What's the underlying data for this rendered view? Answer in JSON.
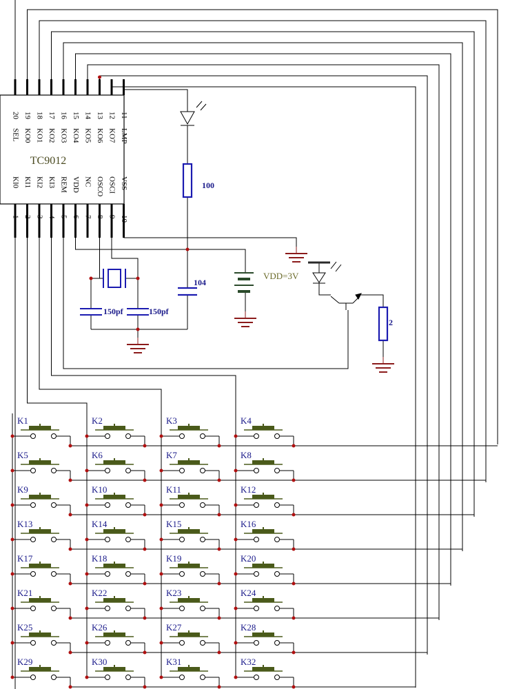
{
  "chip": {
    "name": "TC9012",
    "top_pin_numbers": [
      "20",
      "19",
      "18",
      "17",
      "16",
      "15",
      "14",
      "13",
      "12",
      "11"
    ],
    "top_pin_labels": [
      "SEL",
      "KO0",
      "KO1",
      "KO2",
      "KO3",
      "KO4",
      "KO5",
      "KO6",
      "KO7",
      "LMP"
    ],
    "bottom_pin_numbers": [
      "1",
      "2",
      "3",
      "4",
      "5",
      "6",
      "7",
      "8",
      "9",
      "10"
    ],
    "bottom_pin_labels": [
      "KI0",
      "KI1",
      "KI2",
      "KI3",
      "REM",
      "VDD",
      "NC",
      "OSCO",
      "OSCI",
      "VSS"
    ]
  },
  "components": {
    "resistor_led_label": "100",
    "capacitor_main_label": "104",
    "crystal_cap_left_label": "150pf",
    "crystal_cap_right_label": "150pf",
    "battery_label": "VDD=3V",
    "resistor_out_label": "2"
  },
  "keys": [
    "K1",
    "K2",
    "K3",
    "K4",
    "K5",
    "K6",
    "K7",
    "K8",
    "K9",
    "K10",
    "K11",
    "K12",
    "K13",
    "K14",
    "K15",
    "K16",
    "K17",
    "K18",
    "K19",
    "K20",
    "K21",
    "K22",
    "K23",
    "K24",
    "K25",
    "K26",
    "K27",
    "K28",
    "K29",
    "K30",
    "K31",
    "K32"
  ],
  "colors": {
    "wire": "#000000",
    "component": "#1a1ab0",
    "ground": "#8b1a1a",
    "node": "#b01010",
    "switch": "#4a5a1a",
    "label": "#1a1a8a",
    "battery_label": "#6b6b2a"
  }
}
